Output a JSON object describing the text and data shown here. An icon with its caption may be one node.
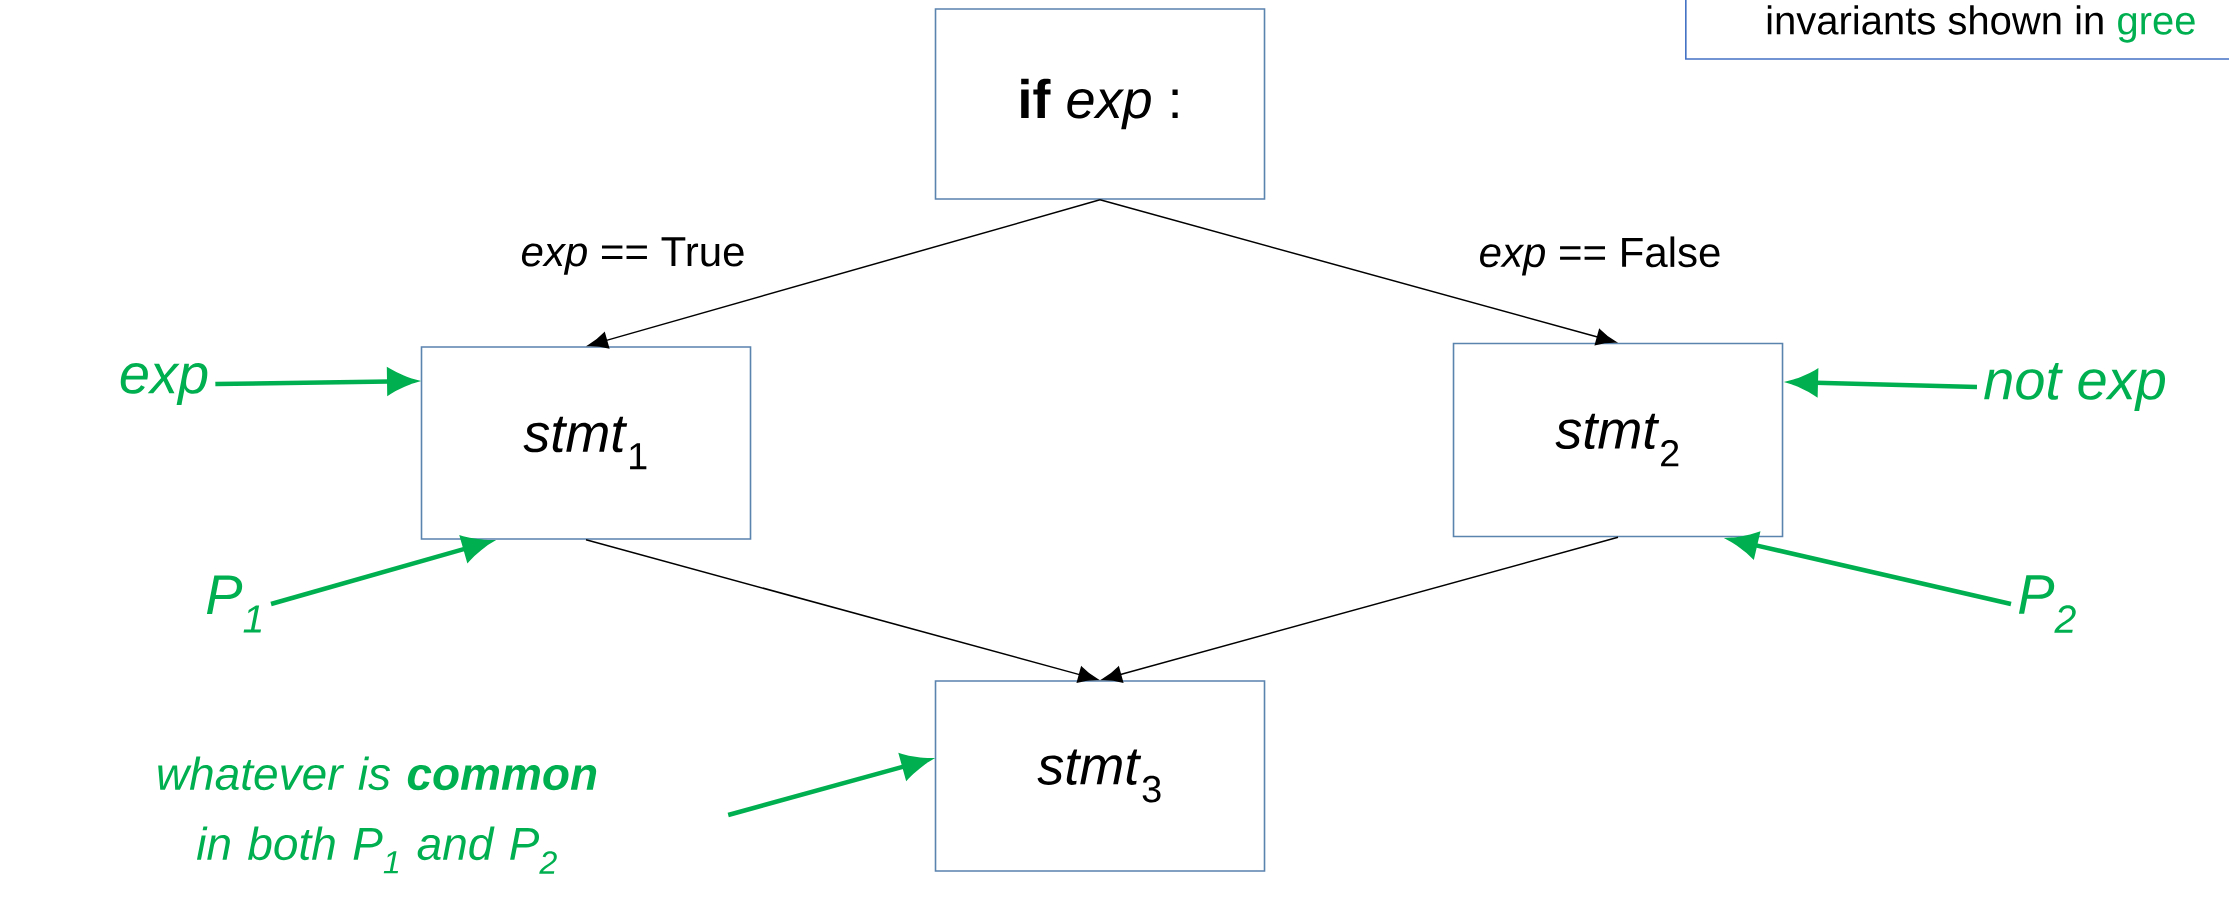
{
  "diagram": {
    "nodes": [
      {
        "text": [
          "**if** *exp* :"
        ]
      },
      {
        "text": [
          "*stmt*$_{1}$"
        ]
      },
      {
        "text": [
          "*stmt*$_{2}$"
        ]
      },
      {
        "text": [
          "*stmt*$_{3}$"
        ]
      },
      {
        "text": [
          "invariants shown in",
          "gree"
        ]
      },
      {
        "text": [
          "exp"
        ]
      },
      {
        "text": [
          "not exp"
        ]
      },
      {
        "text": [
          "*P*$_{1}$"
        ]
      },
      {
        "text": [
          "*P*$_{2}$"
        ]
      },
      {
        "text": [
          "whatever is **common** in both P$_{1}$ and P$_{2}$"
        ]
      }
    ],
    "edges": [
      {
        "from": 0,
        "to": 1,
        "arrow": "to",
        "label": "*exp* == True",
        "color": "#000000"
      },
      {
        "from": 0,
        "to": 2,
        "arrow": "to",
        "label": "*exp* == False",
        "color": "#000000"
      },
      {
        "from": 1,
        "to": 3,
        "arrow": "to",
        "color": "#000000"
      },
      {
        "from": 2,
        "to": 3,
        "arrow": "to",
        "color": "#000000"
      },
      {
        "from": 5,
        "to": 1,
        "arrow": "to"
      },
      {
        "from": 6,
        "to": 2,
        "arrow": "to"
      },
      {
        "from": 7,
        "to": 1,
        "arrow": "to"
      },
      {
        "from": 8,
        "to": 2,
        "arrow": "to"
      },
      {
        "from": 9,
        "to": 3,
        "arrow": "to"
      }
    ]
  }
}
